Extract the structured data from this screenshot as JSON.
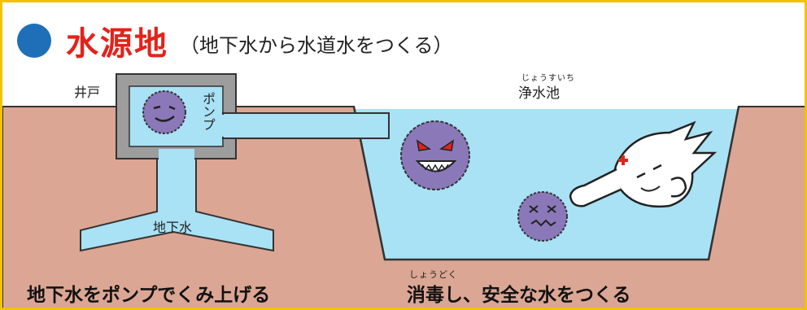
{
  "header": {
    "title": "水源地",
    "subtitle": "（地下水から水道水をつくる）"
  },
  "labels": {
    "well": "井戸",
    "pump": "ポンプ",
    "groundwater": "地下水",
    "purification_pond": "浄水池",
    "purification_pond_ruby": "じょうすいち"
  },
  "captions": {
    "left": "地下水をポンプでくみ上げる",
    "right": "消毒し、安全な水をつくる",
    "right_ruby": "しょうどく"
  },
  "colors": {
    "soil": "#dba693",
    "water": "#a9e1f5",
    "well_frame": "#9d9d9d",
    "germ": "#8a78b8",
    "title_red": "#e2231a",
    "bullet_blue": "#1f6fb8",
    "border_yellow": "#f2c200"
  }
}
